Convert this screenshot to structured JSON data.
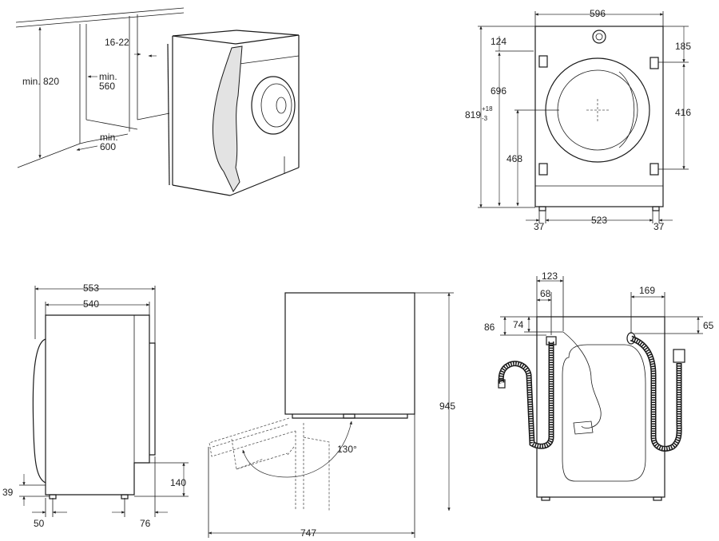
{
  "views": {
    "installation": {
      "height": "min. 820",
      "gap": "16-22",
      "width_line1": "min.",
      "width_line2": "560",
      "depth_line1": "min.",
      "depth_line2": "600"
    },
    "front": {
      "width": "596",
      "top_offset": "124",
      "top_right": "185",
      "height_main": "696",
      "height_total": "819",
      "tolerance_plus": "+18",
      "tolerance_minus": "-3",
      "mid_right": "416",
      "low_left": "468",
      "foot_left": "37",
      "foot_span": "523",
      "foot_right": "37"
    },
    "side": {
      "depth_total": "553",
      "depth_body": "540",
      "foot_height": "39",
      "step_height": "140",
      "foot_offset": "50",
      "rear_offset": "76"
    },
    "door": {
      "height": "945",
      "angle": "130°",
      "clearance": "747"
    },
    "rear": {
      "left_top": "123",
      "left_inner": "68",
      "right_top": "169",
      "left_side": "86",
      "left_small": "74",
      "right_side": "65"
    }
  }
}
